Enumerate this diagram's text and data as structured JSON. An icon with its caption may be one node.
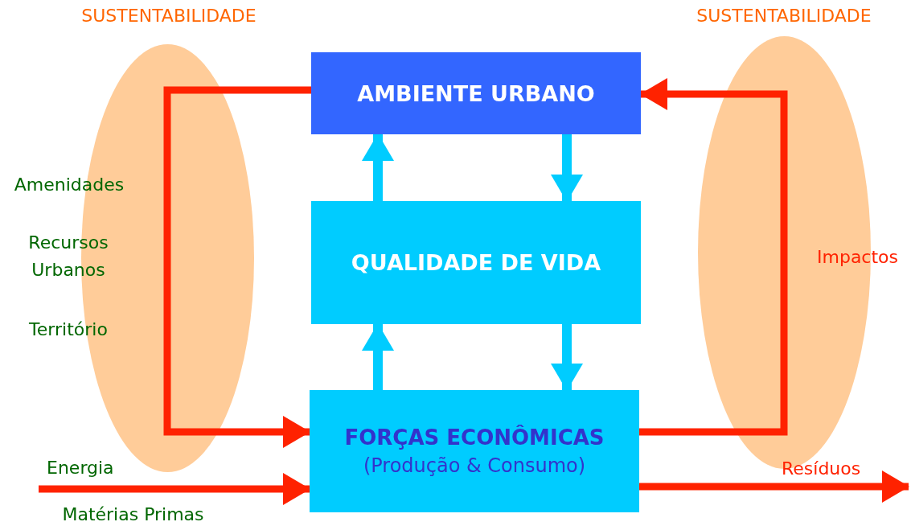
{
  "diagram": {
    "nodes": [
      {
        "text": [
          "AMBIENTE URBANO"
        ]
      },
      {
        "text": [
          "QUALIDADE DE VIDA"
        ]
      },
      {
        "text": [
          "FORÇAS ECONÔMICAS",
          "(Produção & Consumo)"
        ]
      }
    ],
    "edges": [
      {
        "from": 0,
        "to": 2,
        "arrow": "to"
      },
      {
        "from": 2,
        "to": 0,
        "arrow": "to",
        "label": "Impactos"
      },
      {
        "from": 1,
        "to": 0,
        "arrow": "to",
        "color": "#00ccff"
      },
      {
        "from": 0,
        "to": 1,
        "arrow": "to",
        "color": "#00ccff"
      },
      {
        "from": 2,
        "to": 1,
        "arrow": "to",
        "color": "#00ccff"
      },
      {
        "from": 1,
        "to": 2,
        "arrow": "to",
        "color": "#00ccff"
      },
      {
        "from": null,
        "to": 2,
        "arrow": "to",
        "label": "Energia"
      },
      {
        "from": 2,
        "to": null,
        "arrow": "to",
        "label": "Resíduos"
      }
    ],
    "labels": [
      "SUSTENTABILIDADE",
      "SUSTENTABILIDADE",
      "Amenidades",
      "Recursos Urbanos",
      "Território",
      "Matérias Primas"
    ]
  }
}
